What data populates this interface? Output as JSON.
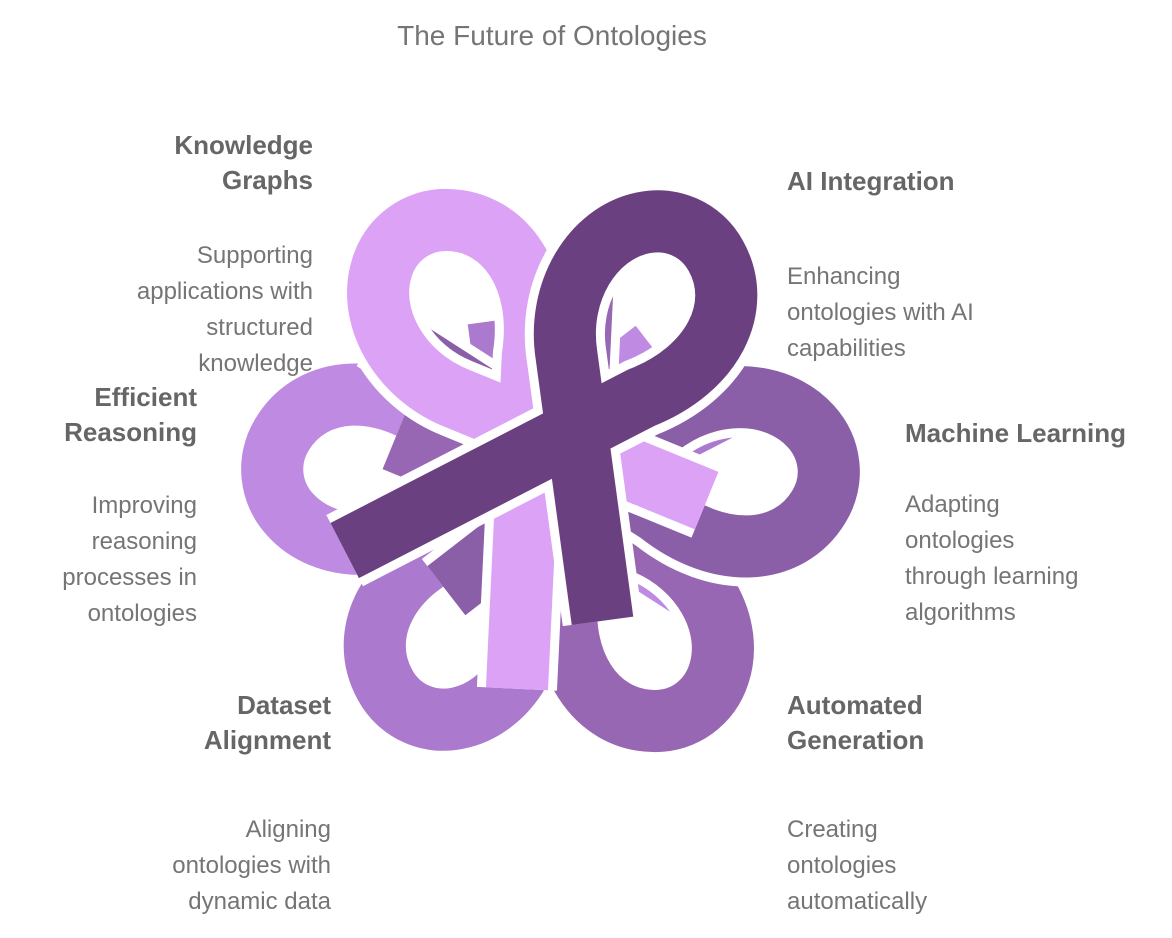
{
  "title": "The Future of Ontologies",
  "background": "#FFFFFF",
  "text_colors": {
    "title": "#757575",
    "heading": "#666666",
    "body": "#757575"
  },
  "sections": [
    {
      "id": "knowledge-graphs",
      "heading": "Knowledge\nGraphs",
      "description": "Supporting\napplications with\nstructured\nknowledge",
      "color": "#DCA2F6",
      "position": "top-left"
    },
    {
      "id": "ai-integration",
      "heading": "AI Integration",
      "description": "Enhancing\nontologies with AI\ncapabilities",
      "color": "#6B4080",
      "position": "top-right"
    },
    {
      "id": "machine-learning",
      "heading": "Machine Learning",
      "description": "Adapting\nontologies\nthrough learning\nalgorithms",
      "color": "#8A5FA8",
      "position": "right"
    },
    {
      "id": "automated-generation",
      "heading": "Automated\nGeneration",
      "description": "Creating\nontologies\nautomatically",
      "color": "#9867B3",
      "position": "bottom-right"
    },
    {
      "id": "dataset-alignment",
      "heading": "Dataset\nAlignment",
      "description": "Aligning\nontologies with\ndynamic data",
      "color": "#AB79CD",
      "position": "bottom-left"
    },
    {
      "id": "efficient-reasoning",
      "heading": "Efficient\nReasoning",
      "description": "Improving\nreasoning\nprocesses in\nontologies",
      "color": "#BF8AE2",
      "position": "left"
    }
  ],
  "graphic": {
    "type": "six-ribbon-knot",
    "description_name": "interwoven hexagonal ribbon knot",
    "petal_angles_deg": [
      -30,
      30,
      90,
      150,
      210,
      270
    ]
  }
}
